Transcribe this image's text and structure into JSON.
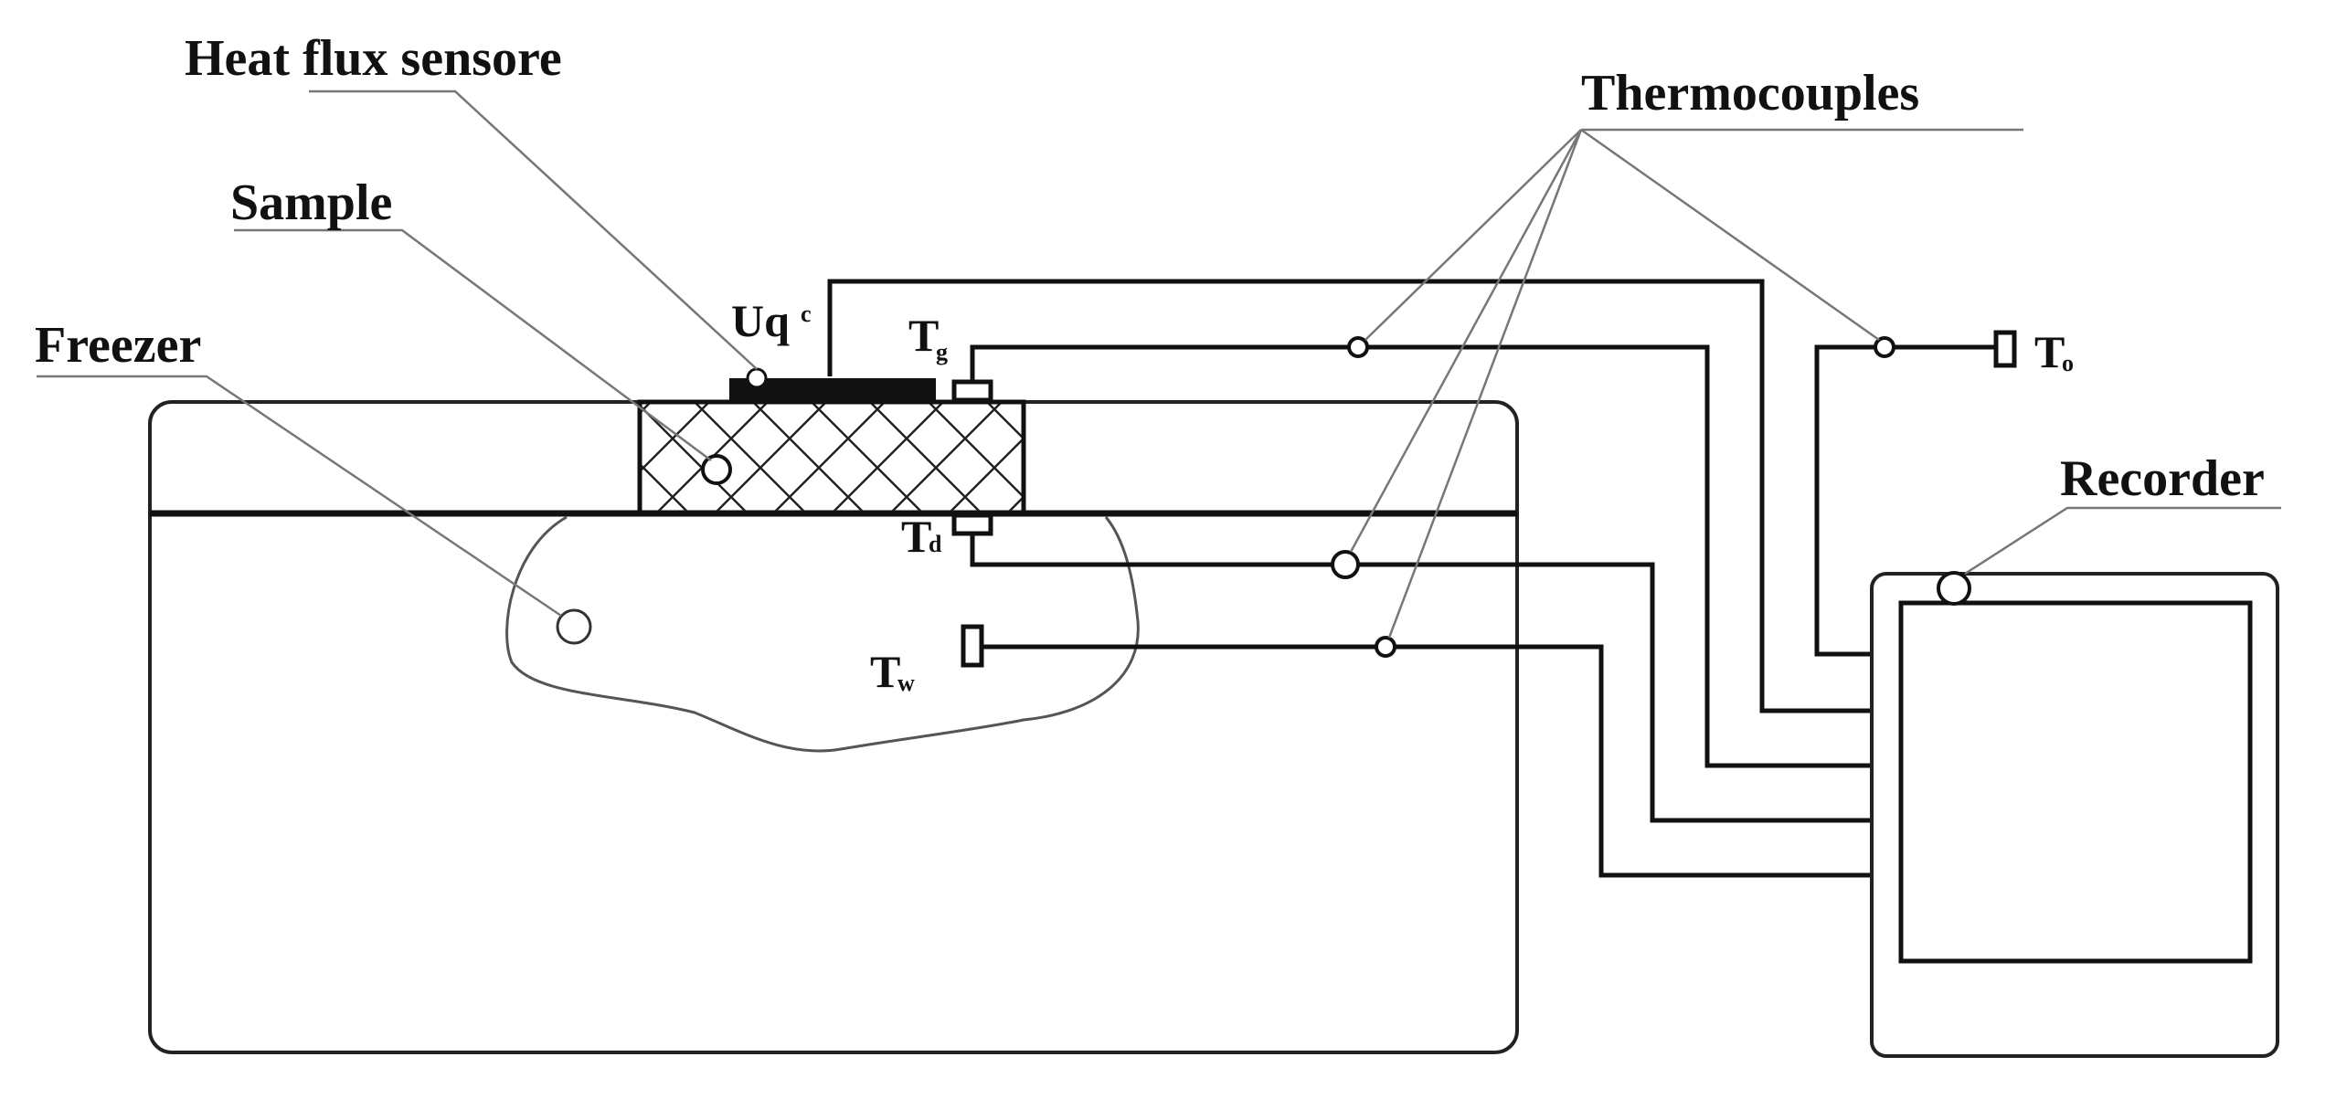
{
  "labels": {
    "heat_flux_sensor": "Heat flux sensore",
    "sample": "Sample",
    "freezer": "Freezer",
    "thermocouples": "Thermocouples",
    "recorder": "Recorder",
    "uq_main": "Uq",
    "uq_sub": "c",
    "tg_main": "T",
    "tg_sub": "g",
    "td_main": "T",
    "td_sub": "d",
    "tw_main": "T",
    "tw_sub": "w",
    "to_main": "T",
    "to_sub": "o"
  },
  "colors": {
    "line": "#111111",
    "leader": "#777777",
    "outline": "#555555",
    "background": "#ffffff"
  }
}
